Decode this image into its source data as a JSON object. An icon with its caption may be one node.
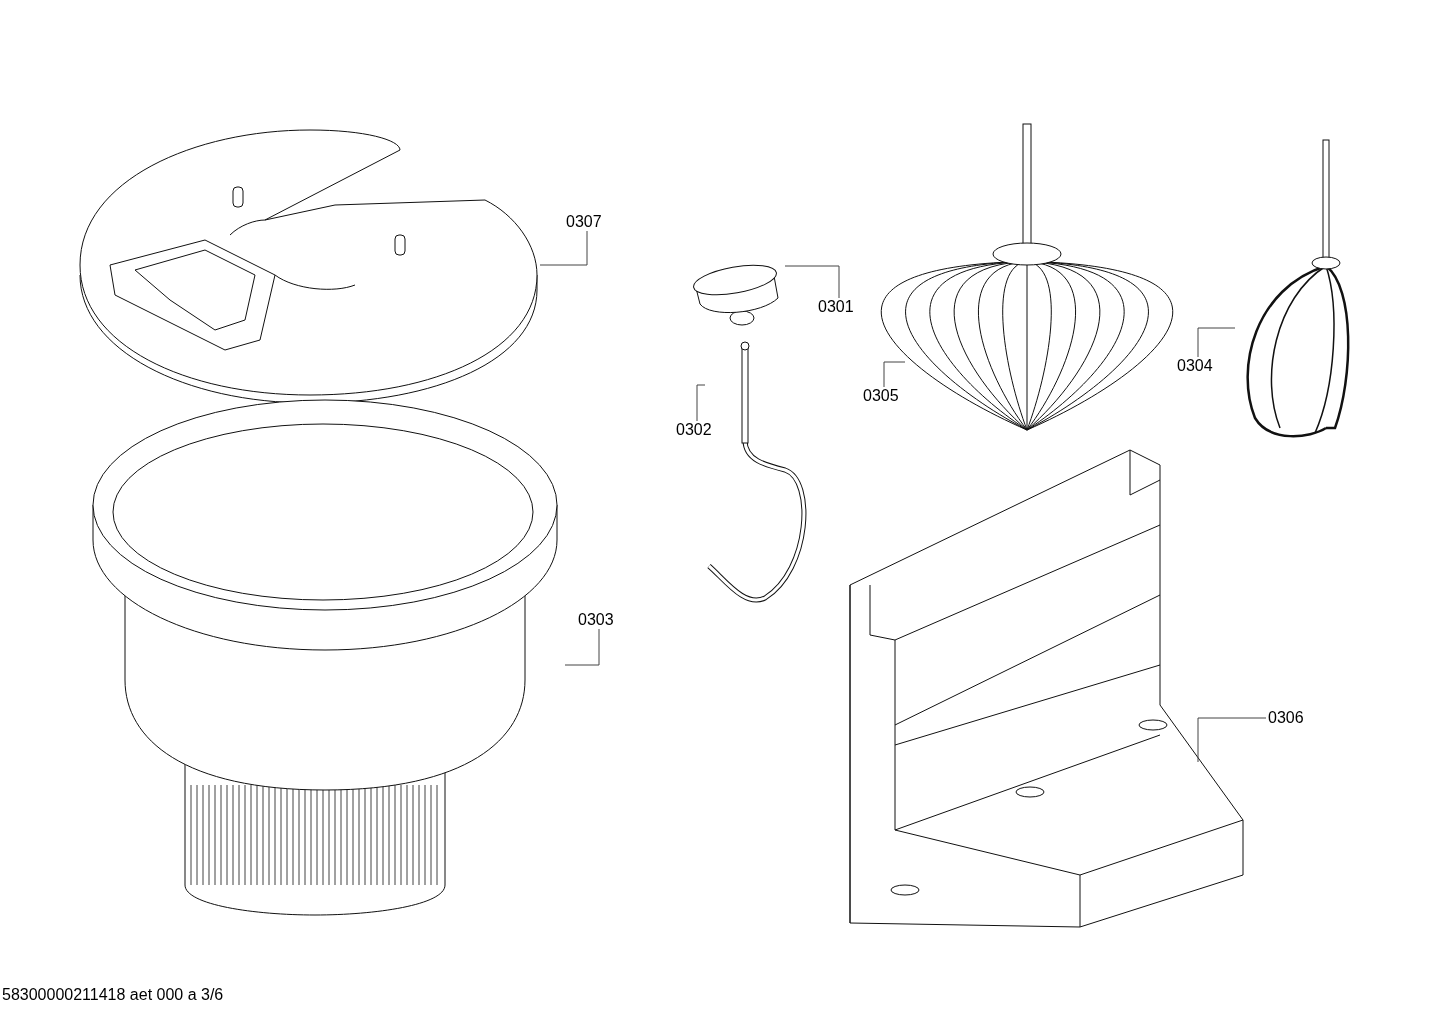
{
  "diagram": {
    "nodes": [
      {
        "text": [
          "0307"
        ]
      },
      {
        "text": [
          "0301"
        ]
      },
      {
        "text": [
          "0305"
        ]
      },
      {
        "text": [
          "0304"
        ]
      },
      {
        "text": [
          "0302"
        ]
      },
      {
        "text": [
          "0303"
        ]
      },
      {
        "text": [
          "0306"
        ]
      },
      {
        "text": [],
        "shape": "picture"
      },
      {
        "text": [],
        "shape": "picture"
      },
      {
        "text": [],
        "shape": "picture"
      },
      {
        "text": [],
        "shape": "picture"
      },
      {
        "text": [],
        "shape": "picture"
      },
      {
        "text": [],
        "shape": "picture"
      },
      {
        "text": [],
        "shape": "picture"
      }
    ],
    "edges": [
      {
        "from": 0,
        "to": 7,
        "arrow": "none"
      },
      {
        "from": 1,
        "to": 8,
        "arrow": "none"
      },
      {
        "from": 2,
        "to": 9,
        "arrow": "none"
      },
      {
        "from": 3,
        "to": 10,
        "arrow": "none"
      },
      {
        "from": 4,
        "to": 11,
        "arrow": "none"
      },
      {
        "from": 5,
        "to": 12,
        "arrow": "none"
      },
      {
        "from": 6,
        "to": 13,
        "arrow": "none"
      }
    ],
    "labels": [
      "58300000211418 aet 000 a 3/6"
    ]
  }
}
